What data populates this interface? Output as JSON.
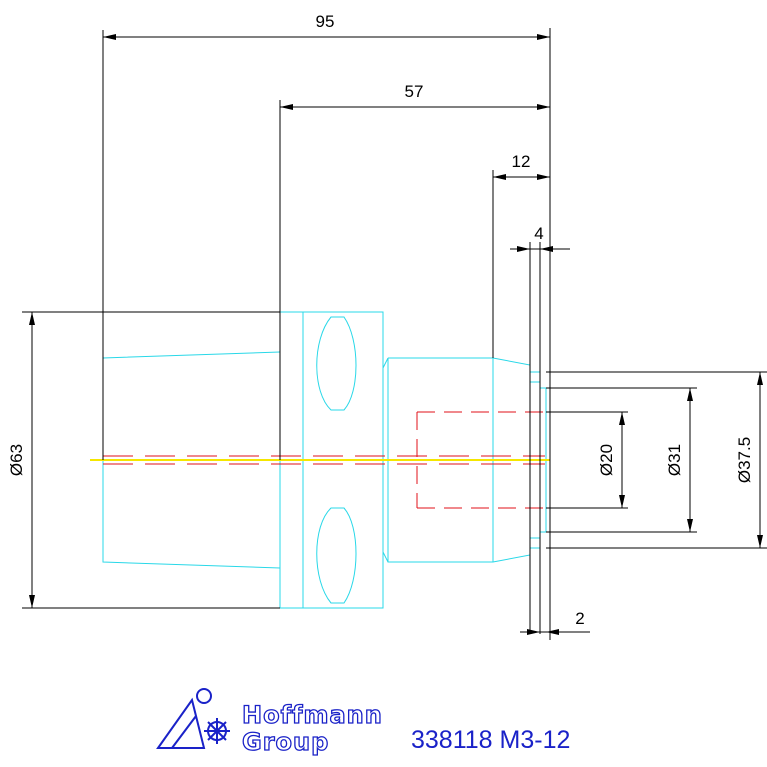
{
  "dimensions": {
    "overall_length": "95",
    "body_length": "57",
    "shank_length": "12",
    "collar_length": "4",
    "step_length": "2",
    "dia_body": "Ø63",
    "dia_bore": "Ø20",
    "dia_shank": "Ø31",
    "dia_collar": "Ø37.5"
  },
  "title_block": {
    "logo_line1": "Hoffmann",
    "logo_line2": "Group",
    "part_number": "338118 M3-12"
  },
  "colors": {
    "outline": "#29d8e8",
    "dimension": "#000000",
    "hidden_line": "#e0101a",
    "center_line": "#f5e600",
    "brand": "#1a22c8"
  }
}
